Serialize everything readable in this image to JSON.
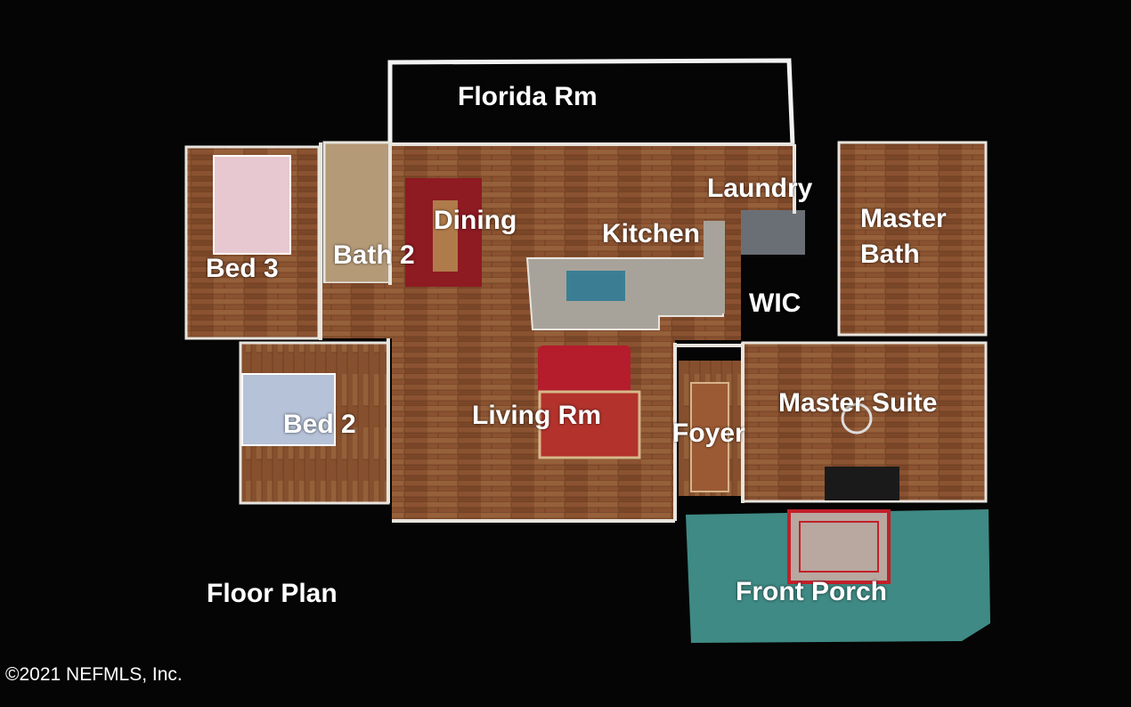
{
  "rooms": {
    "florida_rm": "Florida Rm",
    "bed3": "Bed 3",
    "bath2": "Bath 2",
    "dining": "Dining",
    "kitchen": "Kitchen",
    "laundry": "Laundry",
    "master_bath_line1": "Master",
    "master_bath_line2": "Bath",
    "wic": "WIC",
    "bed2": "Bed 2",
    "living": "Living Rm",
    "foyer": "Foyer",
    "master_suite": "Master Suite",
    "front_porch": "Front Porch"
  },
  "title": "Floor Plan",
  "copyright": "©2021 NEFMLS, Inc.",
  "colors": {
    "background": "#050505",
    "wood_floor": "#8a5230",
    "wood_floor_dark": "#6e3e22",
    "porch": "#3f8a84",
    "rug_red": "#a3202a",
    "wall": "#e8e4de",
    "label": "#ffffff"
  }
}
